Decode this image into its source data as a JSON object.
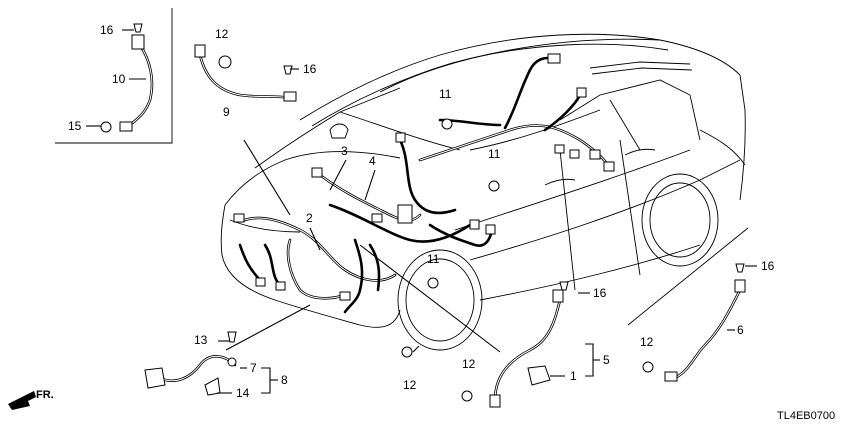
{
  "diagram_code": "TL4EB0700",
  "direction_label": "FR.",
  "callouts": [
    "16",
    "10",
    "15",
    "12",
    "9",
    "16",
    "11",
    "3",
    "4",
    "11",
    "2",
    "11",
    "16",
    "5",
    "1",
    "12",
    "12",
    "13",
    "7",
    "14",
    "8",
    "16",
    "6",
    "12"
  ],
  "icons": {
    "bolt": "bolt-icon",
    "grommet": "grommet-icon",
    "direction_arrow": "front-arrow-icon"
  }
}
